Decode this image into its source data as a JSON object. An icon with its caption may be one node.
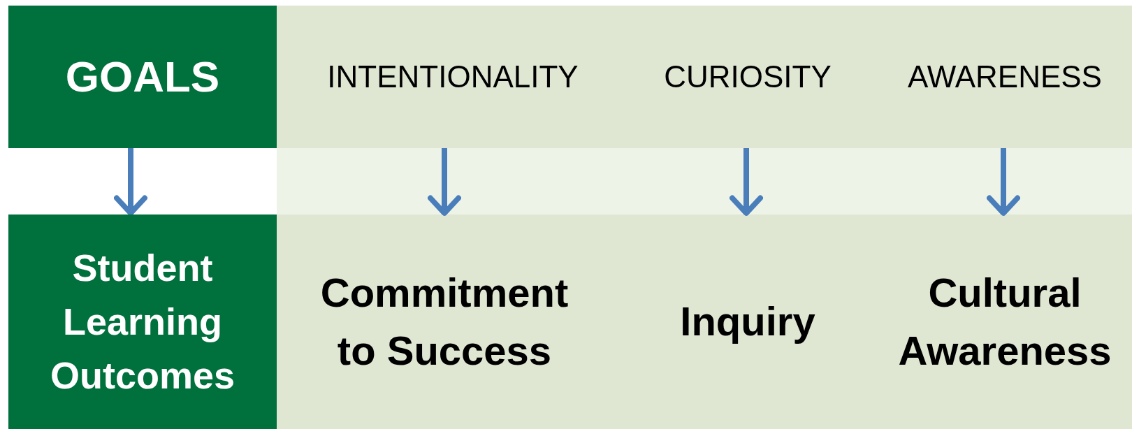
{
  "diagram": {
    "nodes": [
      {
        "text": [
          "GOALS"
        ]
      },
      {
        "text": [
          "INTENTIONALITY"
        ]
      },
      {
        "text": [
          "CURIOSITY"
        ]
      },
      {
        "text": [
          "AWARENESS"
        ]
      },
      {
        "text": [
          "Student Learning Outcomes"
        ]
      },
      {
        "text": [
          "Commitment to Success"
        ]
      },
      {
        "text": [
          "Inquiry"
        ]
      },
      {
        "text": [
          "Cultural Awareness"
        ]
      }
    ],
    "edges": [
      {
        "from": 0,
        "to": 4,
        "arrow": "to"
      },
      {
        "from": 1,
        "to": 5,
        "arrow": "to"
      },
      {
        "from": 2,
        "to": 6,
        "arrow": "to"
      },
      {
        "from": 3,
        "to": 7,
        "arrow": "to"
      }
    ]
  }
}
